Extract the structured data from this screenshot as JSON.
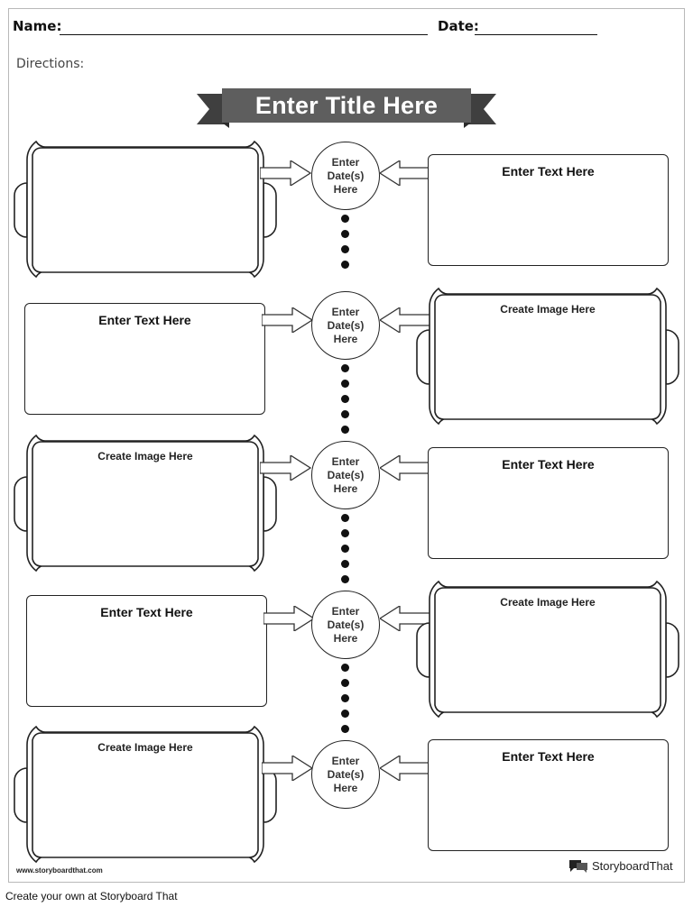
{
  "header": {
    "name_label": "Name:",
    "date_label": "Date:"
  },
  "directions": "Directions:",
  "title": "Enter Title Here",
  "rows": [
    {
      "left": {
        "kind": "frame",
        "label": ""
      },
      "date": [
        "Enter",
        "Date(s)",
        "Here"
      ],
      "right": {
        "kind": "text",
        "label": "Enter Text Here"
      }
    },
    {
      "left": {
        "kind": "text",
        "label": "Enter Text Here"
      },
      "date": [
        "Enter",
        "Date(s)",
        "Here"
      ],
      "right": {
        "kind": "frame",
        "label": "Create Image Here"
      }
    },
    {
      "left": {
        "kind": "frame",
        "label": "Create Image Here"
      },
      "date": [
        "Enter",
        "Date(s)",
        "Here"
      ],
      "right": {
        "kind": "text",
        "label": "Enter Text Here"
      }
    },
    {
      "left": {
        "kind": "text",
        "label": "Enter Text Here"
      },
      "date": [
        "Enter",
        "Date(s)",
        "Here"
      ],
      "right": {
        "kind": "frame",
        "label": "Create Image Here"
      }
    },
    {
      "left": {
        "kind": "frame",
        "label": "Create Image Here"
      },
      "date": [
        "Enter",
        "Date(s)",
        "Here"
      ],
      "right": {
        "kind": "text",
        "label": "Enter Text Here"
      }
    }
  ],
  "site": "www.storyboardthat.com",
  "brand": "StoryboardThat",
  "footer": "Create your own at Storyboard That",
  "colors": {
    "ribbon": "#5e5e5e",
    "ribbon_dark": "#3f3f3f",
    "ink": "#111111"
  }
}
